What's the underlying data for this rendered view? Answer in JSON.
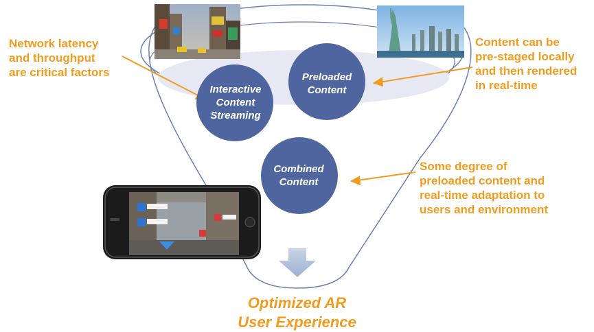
{
  "callouts": {
    "latency": "Network latency\nand throughput\nare critical factors",
    "prestaged": "Content can be\npre-staged locally\nand then rendered\nin real-time",
    "combined": "Some degree of\npreloaded content and\nreal-time adaptation to\nusers and environment"
  },
  "circles": {
    "streaming": "Interactive\nContent\nStreaming",
    "preloaded": "Preloaded\nContent",
    "combined": "Combined\nContent"
  },
  "outcome": "Optimized AR\nUser Experience",
  "images": {
    "city": "times-square-photo",
    "liberty": "statue-of-liberty-photo",
    "phone": "smartphone-ar-view"
  },
  "colors": {
    "accent": "#F29C1F",
    "circle": "#4F659F",
    "funnel_line": "#6A7EB3",
    "ellipse_fill": "#E6E9F3",
    "arrow": "#B3C0DA"
  }
}
